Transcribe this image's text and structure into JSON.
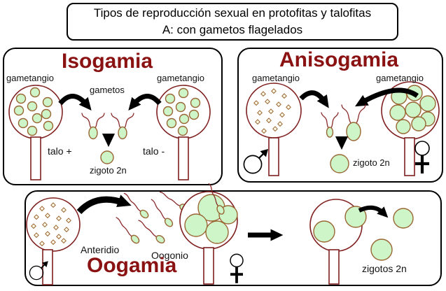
{
  "title": {
    "line1": "Tipos de reproducción sexual en protofitas y talofitas",
    "line2": "A: con gametos flagelados"
  },
  "panels": {
    "isogamia": {
      "title": "Isogamia",
      "gametangio_left": "gametangio",
      "gametangio_right": "gametangio",
      "gametos": "gametos",
      "talo_plus": "talo +",
      "talo_minus": "talo -",
      "zigoto": "zigoto 2n"
    },
    "anisogamia": {
      "title": "Anisogamia",
      "gametangio_left": "gametangio",
      "gametangio_right": "gametangio",
      "zigoto": "zigoto 2n"
    },
    "oogamia": {
      "title": "Oogamia",
      "anteridio": "Anteridio",
      "oogonio": "Oogonio",
      "zigotos": "zigotos 2n"
    }
  },
  "icons": {
    "male_symbol": "♂",
    "female_symbol": "♀"
  },
  "colors": {
    "background": "#ffffff",
    "panel_border": "#000000",
    "structure_outline": "#7f1f1f",
    "cell_fill": "#cdf5c8",
    "cell_outline": "#996633",
    "diamond_fill": "#fffbe6",
    "flagella": "#8a2a2a",
    "heading": "#8b1212",
    "arrow": "#000000"
  }
}
